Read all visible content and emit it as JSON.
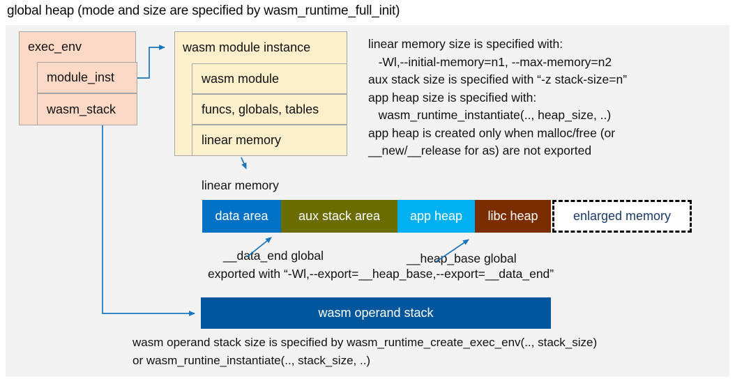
{
  "title": "global heap (mode and size are specified by wasm_runtime_full_init)",
  "exec_env_box": {
    "header": "exec_env",
    "rows": [
      "module_inst",
      "wasm_stack"
    ]
  },
  "module_instance_box": {
    "header": "wasm module instance",
    "rows": [
      "wasm module",
      "funcs, globals, tables",
      "linear memory"
    ]
  },
  "right_note": {
    "lines": [
      "linear memory size is specified with:",
      "   -Wl,--initial-memory=n1, --max-memory=n2",
      "aux stack size is specified with “-z stack-size=n”",
      "app heap size is specified with:",
      "   wasm_runtime_instantiate(.., heap_size, ..)",
      "app heap is created only when malloc/free (or",
      "__new/__release for as) are not exported"
    ]
  },
  "linear_memory": {
    "label": "linear memory",
    "segments": [
      {
        "label": "data area",
        "color": "#0071c5"
      },
      {
        "label": "aux stack area",
        "color": "#6a6c00"
      },
      {
        "label": "app heap",
        "color": "#00b0f0"
      },
      {
        "label": "libc heap",
        "color": "#7b2d00"
      }
    ],
    "enlarged": {
      "label": "enlarged memory",
      "text_color": "#1b3a66"
    }
  },
  "annotations": {
    "data_end": "__data_end global",
    "heap_base": "__heap_base global",
    "export_line": "exported with “-Wl,--export=__heap_base,--export=__data_end”"
  },
  "operand_stack": {
    "label": "wasm operand stack",
    "color": "#00569d"
  },
  "bottom_note": {
    "lines": [
      "wasm operand stack size is specified by wasm_runtime_create_exec_env(.., stack_size)",
      "or wasm_runtine_instantiate(.., stack_size, ..)"
    ]
  },
  "colors": {
    "canvas": "#f2f2f2",
    "exec_env_fill": "#fbd9c6",
    "module_instance_fill": "#fcefcc",
    "box_border": "#a6a6a6",
    "arrow": "#1b75bc"
  }
}
